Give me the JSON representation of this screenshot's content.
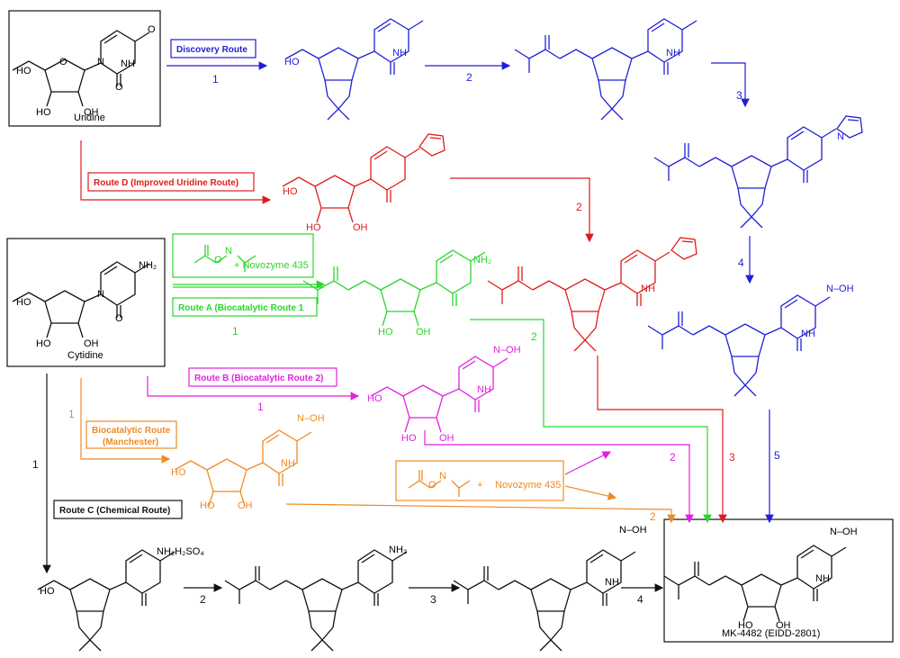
{
  "colors": {
    "blue": "#1f1fd6",
    "red": "#e01b1b",
    "green": "#29d629",
    "magenta": "#e022e0",
    "orange": "#f08a24",
    "black": "#111111"
  },
  "names": {
    "uridine": "Uridine",
    "cytidine": "Cytidine",
    "product": "MK-4482 (EIDD-2801)"
  },
  "routes": {
    "discovery": "Discovery Route",
    "d": "Route D (Improved Uridine Route)",
    "a": "Route A (Biocatalytic Route 1",
    "b": "Route B (Biocatalytic Route 2)",
    "manchester_1": "Biocatalytic Route",
    "manchester_2": "(Manchester)",
    "c": "Route C (Chemical Route)"
  },
  "reagents": {
    "novozyme_a": "+ Novozyme 435",
    "novozyme_m": "Novozyme 435",
    "plus": "+"
  },
  "steps": {
    "blue_1": "1",
    "blue_2": "2",
    "blue_3": "3",
    "blue_4": "4",
    "blue_5": "5",
    "red_2": "2",
    "red_3": "3",
    "green_1": "1",
    "green_2": "2",
    "magenta_1": "1",
    "magenta_2": "2",
    "orange_1": "1",
    "orange_2": "2",
    "black_1": "1",
    "black_2": "2",
    "black_3": "3",
    "black_4": "4"
  },
  "atoms": {
    "O": "O",
    "N": "N",
    "NH": "NH",
    "HO": "HO",
    "OH": "OH",
    "NH2": "NH₂",
    "NH2H2SO4": "NH₂H₂SO₄",
    "N_OH": "N–OH"
  }
}
